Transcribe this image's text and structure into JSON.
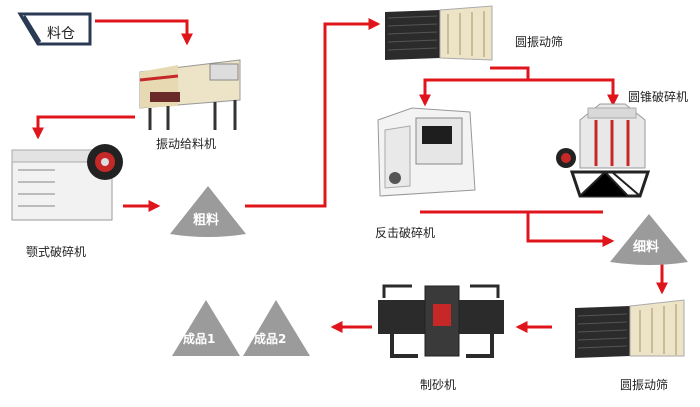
{
  "hopper": {
    "label": "料仓"
  },
  "machines": {
    "feeder": "振动给料机",
    "jaw_crusher": "颚式破碎机",
    "screen_top": "圆振动筛",
    "cone_crusher": "圆锥破碎机",
    "impact_crusher": "反击破碎机",
    "screen_bottom": "圆振动筛",
    "sand_maker": "制砂机"
  },
  "piles": {
    "coarse": "粗料",
    "fine": "细料",
    "product1": "成品1",
    "product2": "成品2"
  },
  "colors": {
    "arrow": "#e0141b",
    "pile": "#9b9b9b",
    "hopper_stroke": "#2a3a55",
    "machine_body": "#ede3c6",
    "machine_dark": "#2b2b2b",
    "machine_red": "#c62828"
  }
}
